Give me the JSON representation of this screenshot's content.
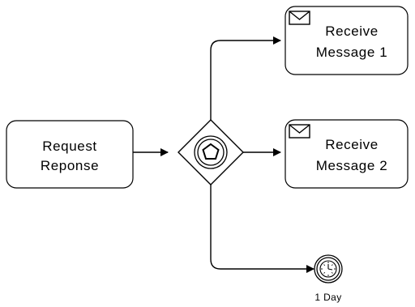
{
  "diagram": {
    "type": "bpmn-event-based-gateway",
    "tasks": [
      {
        "id": "request",
        "line1": "Request",
        "line2": "Reponse"
      },
      {
        "id": "receive1",
        "line1": "Receive",
        "line2": "Message 1",
        "icon": "envelope-icon"
      },
      {
        "id": "receive2",
        "line1": "Receive",
        "line2": "Message 2",
        "icon": "envelope-icon"
      }
    ],
    "gateway": {
      "kind": "event-based-gateway",
      "icon": "pentagon-icon"
    },
    "timer": {
      "label": "1 Day",
      "icon": "clock-icon"
    }
  }
}
